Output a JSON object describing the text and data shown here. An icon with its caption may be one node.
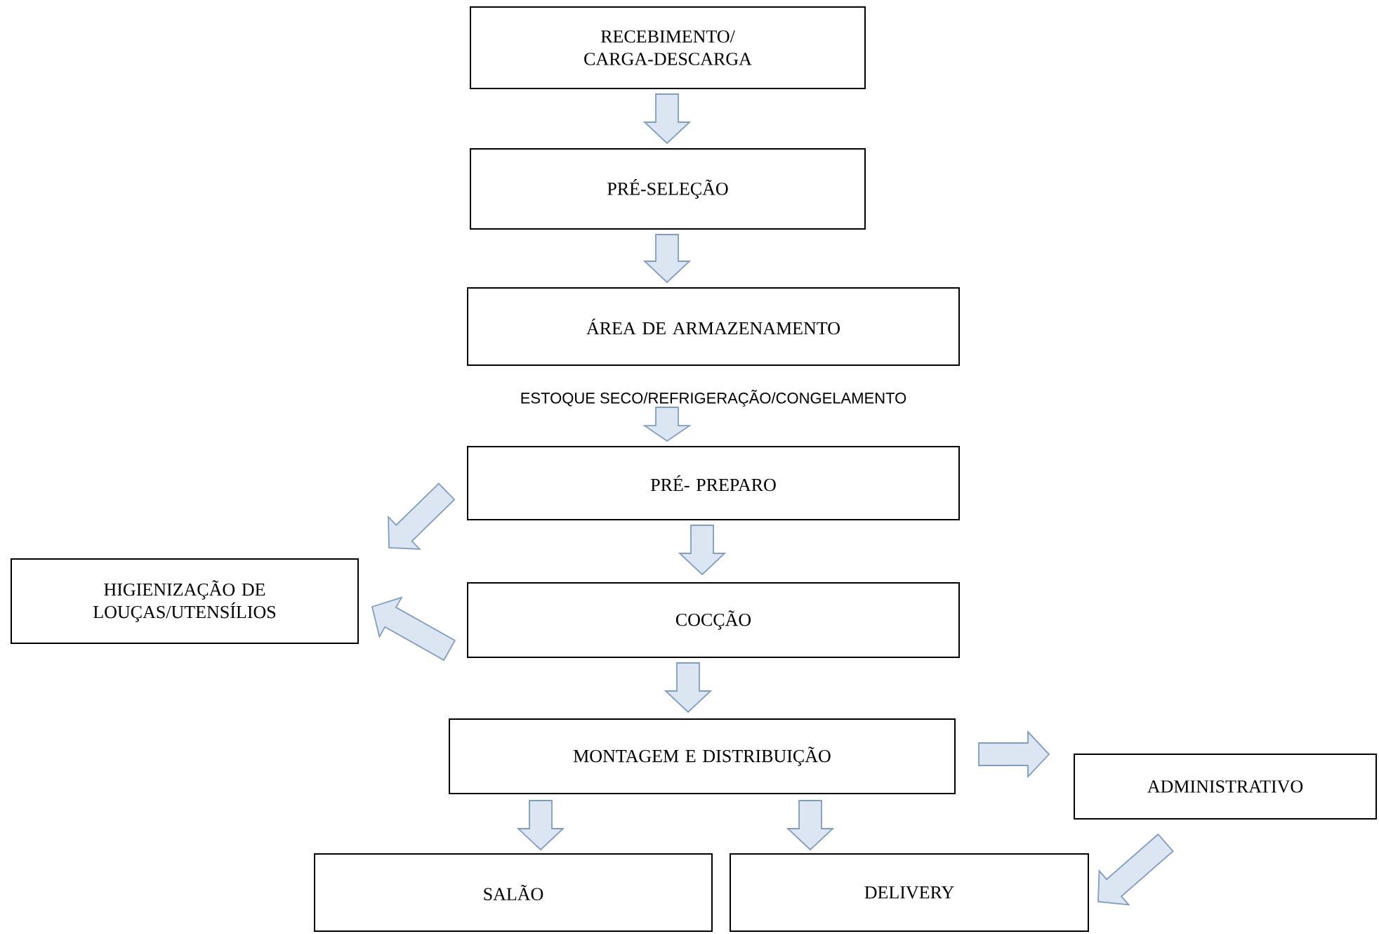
{
  "diagram": {
    "nodes": [
      {
        "text": [
          "RECEBIMENTO/ CARGA-DESCARGA"
        ]
      },
      {
        "text": [
          "PRÉ-SELEÇÃO"
        ]
      },
      {
        "text": [
          "ÁREA DE ARMAZENAMENTO"
        ],
        "beside": [
          "ESTOQUE SECO/REFRIGERAÇÃO/CONGELAMENTO"
        ]
      },
      {
        "text": [
          "PRÉ- PREPARO"
        ]
      },
      {
        "text": [
          "HIGIENIZAÇÃO DE LOUÇAS/UTENSÍLIOS"
        ]
      },
      {
        "text": [
          "COCÇÃO"
        ]
      },
      {
        "text": [
          "MONTAGEM E DISTRIBUIÇÃO"
        ]
      },
      {
        "text": [
          "ADMINISTRATIVO"
        ]
      },
      {
        "text": [
          "SALÃO"
        ]
      },
      {
        "text": [
          "DELIVERY"
        ]
      }
    ],
    "edges": [
      {
        "from": 0,
        "to": 1,
        "arrow": "to"
      },
      {
        "from": 1,
        "to": 2,
        "arrow": "to"
      },
      {
        "from": 2,
        "to": 3,
        "arrow": "to"
      },
      {
        "from": 3,
        "to": 4,
        "arrow": "to"
      },
      {
        "from": 3,
        "to": 5,
        "arrow": "to"
      },
      {
        "from": 5,
        "to": 4,
        "arrow": "to"
      },
      {
        "from": 5,
        "to": 6,
        "arrow": "to"
      },
      {
        "from": 6,
        "to": 7,
        "arrow": "to"
      },
      {
        "from": 6,
        "to": 8,
        "arrow": "to"
      },
      {
        "from": 6,
        "to": 9,
        "arrow": "to"
      },
      {
        "from": 7,
        "to": 9,
        "arrow": "to"
      }
    ]
  }
}
